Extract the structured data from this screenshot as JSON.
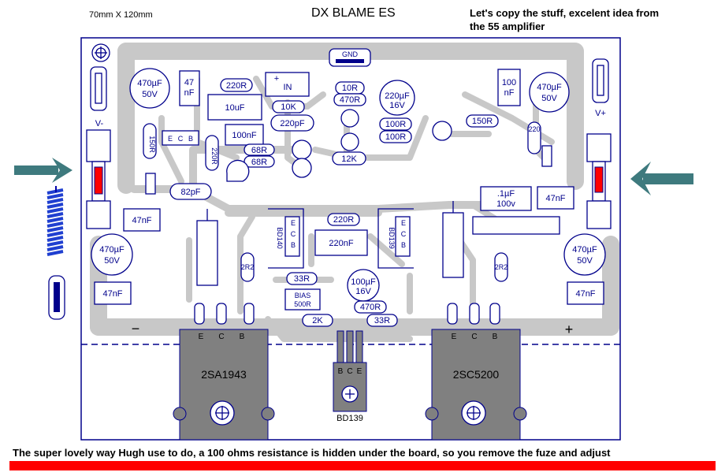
{
  "header": {
    "size_note": "70mm X 120mm",
    "title": "DX BLAME ES",
    "note_line1": "Let's copy the stuff, excelent idea from",
    "note_line2": "the 55 amplifier"
  },
  "footer": {
    "note": "The super lovely way Hugh use to do, a 100 ohms resistance is hidden under the board, so you remove the fuze and adjust"
  },
  "colors": {
    "trace": "#c8c8c8",
    "outline": "#00008b",
    "fuse": "#ff0000",
    "transistor": "#808080",
    "arrow": "#3e7a7e",
    "coil": "#1f3fd0"
  },
  "labels": {
    "gnd": "GND",
    "in": "IN",
    "in_plus": "+",
    "v_minus": "V-",
    "v_plus": "V+",
    "minus": "−",
    "plus": "+",
    "bias": "BIAS",
    "bias_val": "500R"
  },
  "capacitors": {
    "c470_tl_1": "470µF",
    "c470_tl_2": "50V",
    "c47n_top_1": "47",
    "c47n_top_2": "nF",
    "c10u": "10uF",
    "c220p": "220pF",
    "c100n_mid": "100nF",
    "c220u_1": "220µF",
    "c220u_2": "16V",
    "c100n_top_1": "100",
    "c100n_top_2": "nF",
    "c470_tr_1": "470µF",
    "c470_tr_2": "50V",
    "c82p": "82pF",
    "c47n_l": "47nF",
    "c470_bl_1": "470µF",
    "c470_bl_2": "50V",
    "c47n_bl": "47nF",
    "c220n": "220nF",
    "c1u_1": ".1µF",
    "c1u_2": "100v",
    "c47n_r": "47nF",
    "c470_br_1": "470µF",
    "c470_br_2": "50V",
    "c47n_br": "47nF",
    "c100u_1": "100µF",
    "c100u_2": "16V"
  },
  "resistors": {
    "r220r_top": "220R",
    "r10r": "10R",
    "r470r_top": "470R",
    "r10k": "10K",
    "r100r_1": "100R",
    "r100r_2": "100R",
    "r150r_r": "150R",
    "r150r_l": "150R",
    "r220r_vert_l": "220R",
    "r68r_1": "68R",
    "r68r_2": "68R",
    "r12k": "12K",
    "r220_vert_r": "220",
    "r220r_mid": "220R",
    "r2r2_l": "2R2",
    "r2r2_r": "2R2",
    "r33r_1": "33R",
    "r470r_bot": "470R",
    "r2k": "2K",
    "r33r_2": "33R"
  },
  "transistors": {
    "pin_e": "E",
    "pin_c": "C",
    "pin_b": "B",
    "q_left": "2SA1943",
    "q_right": "2SC5200",
    "q_bias": "BD139",
    "q_bd140": "BD140",
    "q_bd139": "BD139",
    "small_e": "E",
    "small_c": "C",
    "small_b": "B"
  }
}
